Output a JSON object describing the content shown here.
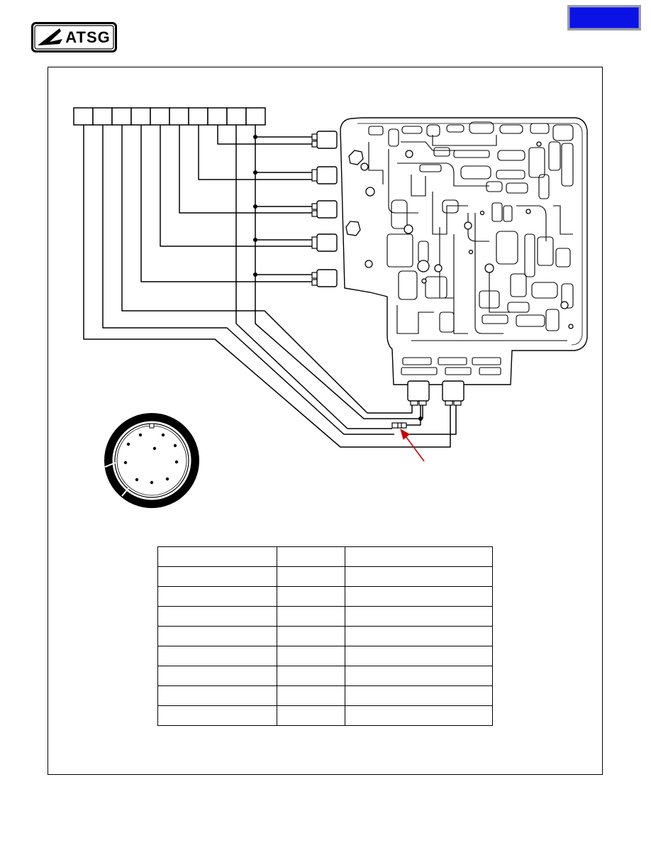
{
  "header": {
    "logo_text": "ATSG",
    "nav_button_color": "#0a12e6"
  },
  "diagram": {
    "connector_pin_count": 10,
    "connector_face_pins": 10,
    "solenoids_on_valve_body": 7,
    "arrow_color": "#cc0000"
  },
  "table": {
    "rows": [
      [
        "",
        "",
        ""
      ],
      [
        "",
        "",
        ""
      ],
      [
        "",
        "",
        ""
      ],
      [
        "",
        "",
        ""
      ],
      [
        "",
        "",
        ""
      ],
      [
        "",
        "",
        ""
      ],
      [
        "",
        "",
        ""
      ],
      [
        "",
        "",
        ""
      ],
      [
        "",
        "",
        ""
      ]
    ]
  }
}
